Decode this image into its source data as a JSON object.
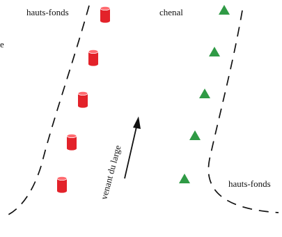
{
  "labels": {
    "shoal_top": "hauts-fonds",
    "channel": "chenal",
    "shoal_right": "hauts-fonds",
    "inbound": "venant du large",
    "left_edge_fragment": "e"
  },
  "marks": {
    "port_marks": {
      "count": 5,
      "shape": "can",
      "color": "#e3222a"
    },
    "starboard_marks": {
      "count": 5,
      "shape": "cone",
      "color": "#2f9a45"
    }
  },
  "colors": {
    "port": "#e3222a",
    "starboard": "#2f9a45",
    "line": "#111111"
  }
}
